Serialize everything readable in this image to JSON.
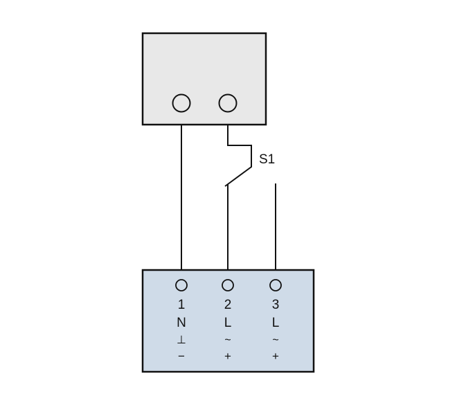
{
  "switch_label": "S1",
  "terminals": [
    {
      "number": "1",
      "type": "N",
      "symbol1": "⊥",
      "symbol2": "−"
    },
    {
      "number": "2",
      "type": "L",
      "symbol1": "~",
      "symbol2": "+"
    },
    {
      "number": "3",
      "type": "L",
      "symbol1": "~",
      "symbol2": "+"
    }
  ],
  "colors": {
    "top_box": "#e8e8e8",
    "bottom_box": "#cfdbe8",
    "line": "#111111"
  }
}
